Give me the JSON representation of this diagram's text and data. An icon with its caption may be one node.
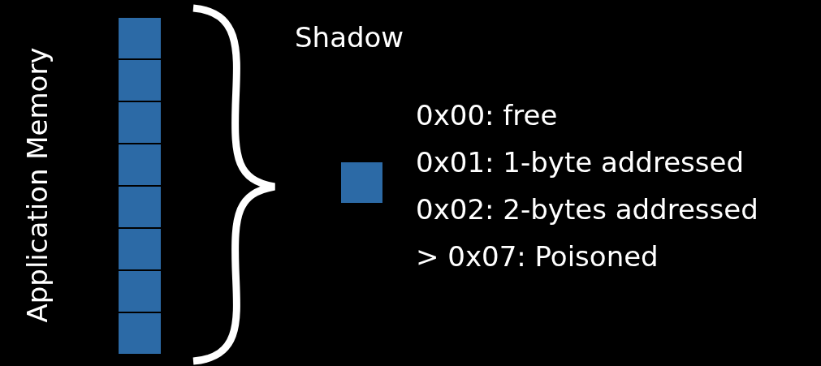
{
  "diagram": {
    "nodes": [
      {
        "text": [],
        "shape": "box"
      },
      {
        "text": [],
        "shape": "box"
      },
      {
        "text": [],
        "shape": "box"
      },
      {
        "text": [],
        "shape": "box"
      },
      {
        "text": [],
        "shape": "box"
      },
      {
        "text": [],
        "shape": "box"
      },
      {
        "text": [],
        "shape": "box"
      },
      {
        "text": [],
        "shape": "box"
      },
      {
        "text": [],
        "shape": "box"
      }
    ],
    "labels": [
      "Application Memory",
      "Shadow",
      "0x00: free",
      "0x01: 1-byte addressed",
      "0x02: 2-bytes addressed",
      "> 0x07: Poisoned"
    ]
  }
}
